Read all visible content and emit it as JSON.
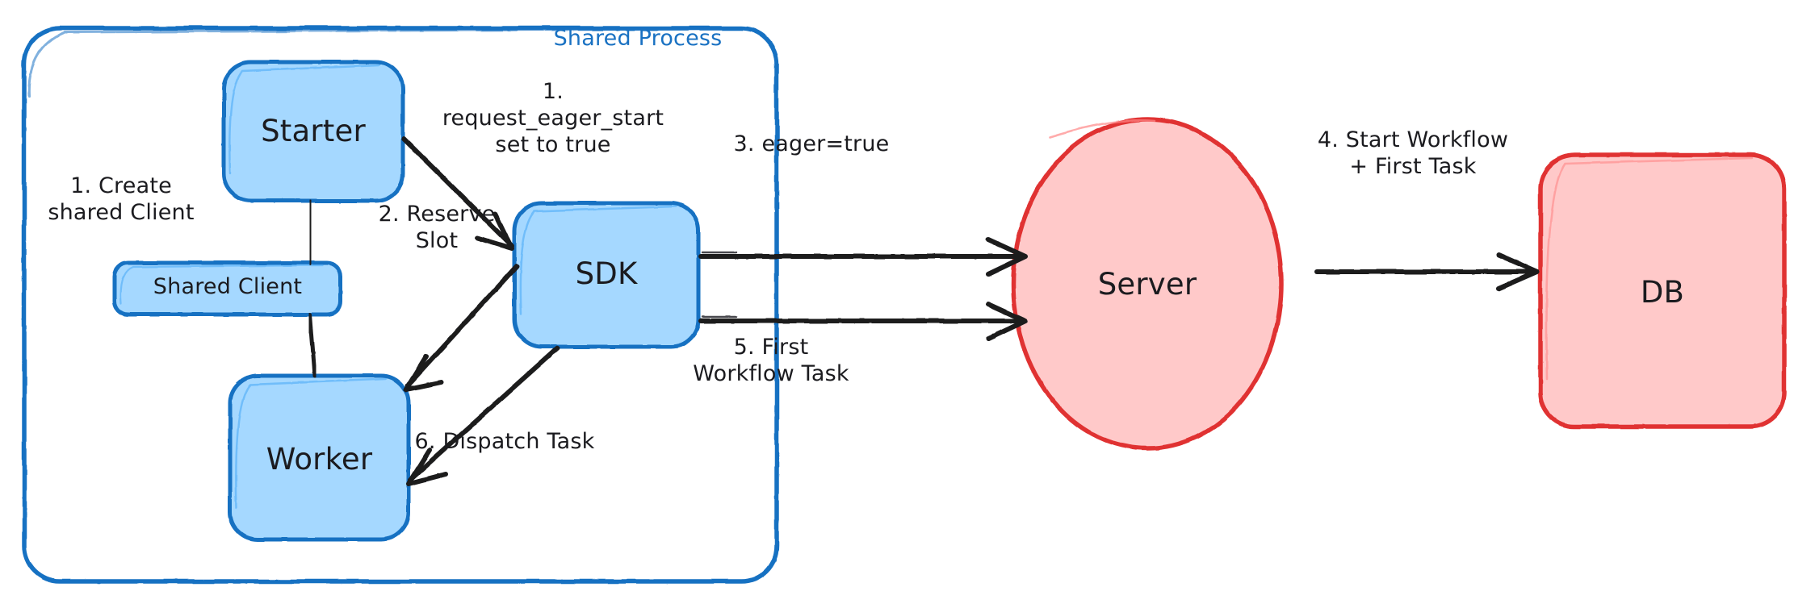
{
  "diagram": {
    "title": "Eager Workflow Start sequence",
    "palette": {
      "blue_stroke": "#1971c2",
      "blue_fill": "#a5d8ff",
      "red_stroke": "#e03131",
      "red_fill": "#ffc9c9",
      "ink": "#1b1b1f",
      "background": "#ffffff"
    },
    "group": {
      "label": "Shared Process"
    },
    "nodes": [
      {
        "id": "starter",
        "label": "Starter",
        "shape": "rounded-rect",
        "color": "blue"
      },
      {
        "id": "shared-client",
        "label": "Shared Client",
        "shape": "rounded-rect",
        "color": "blue"
      },
      {
        "id": "worker",
        "label": "Worker",
        "shape": "rounded-rect",
        "color": "blue"
      },
      {
        "id": "sdk",
        "label": "SDK",
        "shape": "rounded-rect",
        "color": "blue"
      },
      {
        "id": "server",
        "label": "Server",
        "shape": "ellipse",
        "color": "red"
      },
      {
        "id": "db",
        "label": "DB",
        "shape": "rounded-rect",
        "color": "red"
      }
    ],
    "edges": [
      {
        "id": "e1",
        "label": "1. Create\nshared Client",
        "from": "starter",
        "to": "shared-client",
        "arrow": false
      },
      {
        "id": "e2",
        "label": "1. request_eager_start\nset to true",
        "from": "starter",
        "to": "sdk",
        "arrow": true
      },
      {
        "id": "e3",
        "label": "2. Reserve\nSlot",
        "from": "sdk",
        "to": "worker",
        "arrow": true
      },
      {
        "id": "e4",
        "label": "3. eager=true",
        "from": "sdk",
        "to": "server",
        "arrow": true
      },
      {
        "id": "e5",
        "label": "4. Start Workflow\n+ First Task",
        "from": "server",
        "to": "db",
        "arrow": true
      },
      {
        "id": "e6",
        "label": "5. First\nWorkflow Task",
        "from": "sdk",
        "to": "server",
        "arrow": true
      },
      {
        "id": "e7",
        "label": "6. Dispatch Task",
        "from": "sdk",
        "to": "worker",
        "arrow": true
      },
      {
        "id": "e8",
        "label": "",
        "from": "shared-client",
        "to": "worker",
        "arrow": false
      }
    ]
  }
}
